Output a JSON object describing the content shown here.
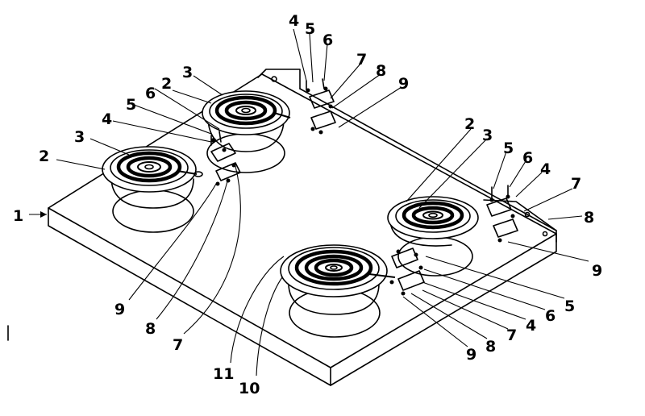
{
  "callouts": {
    "c1": "1",
    "c2a": "2",
    "c3a": "3",
    "c4a": "4",
    "c5a": "5",
    "c6a": "6",
    "c7a": "7",
    "c8a": "8",
    "c9a": "9",
    "c2b": "2",
    "c3b": "3",
    "c4c": "4",
    "c5c": "5",
    "c6c": "6",
    "c7c": "7",
    "c8c": "8",
    "c9c": "9",
    "c2d": "2",
    "c3d": "3",
    "c5d": "5",
    "c6d": "6",
    "c4d": "4",
    "c7d": "7",
    "c8d": "8",
    "c9d": "9",
    "c5e": "5",
    "c6e": "6",
    "c4e": "4",
    "c7e": "7",
    "c8e": "8",
    "c9e": "9",
    "c11": "11",
    "c10": "10"
  }
}
